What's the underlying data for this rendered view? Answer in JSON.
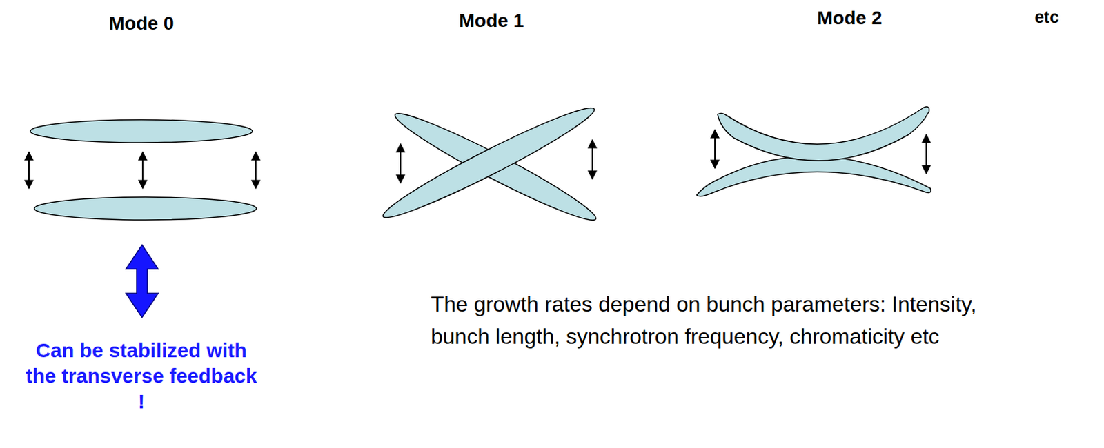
{
  "diagram": {
    "labels": [
      "Mode 0",
      "Mode 1",
      "Mode 2",
      "etc",
      "Can be stabilized with the transverse feedback !",
      "The growth rates depend on bunch parameters: Intensity, bunch length, synchrotron frequency, chromaticity etc"
    ]
  }
}
